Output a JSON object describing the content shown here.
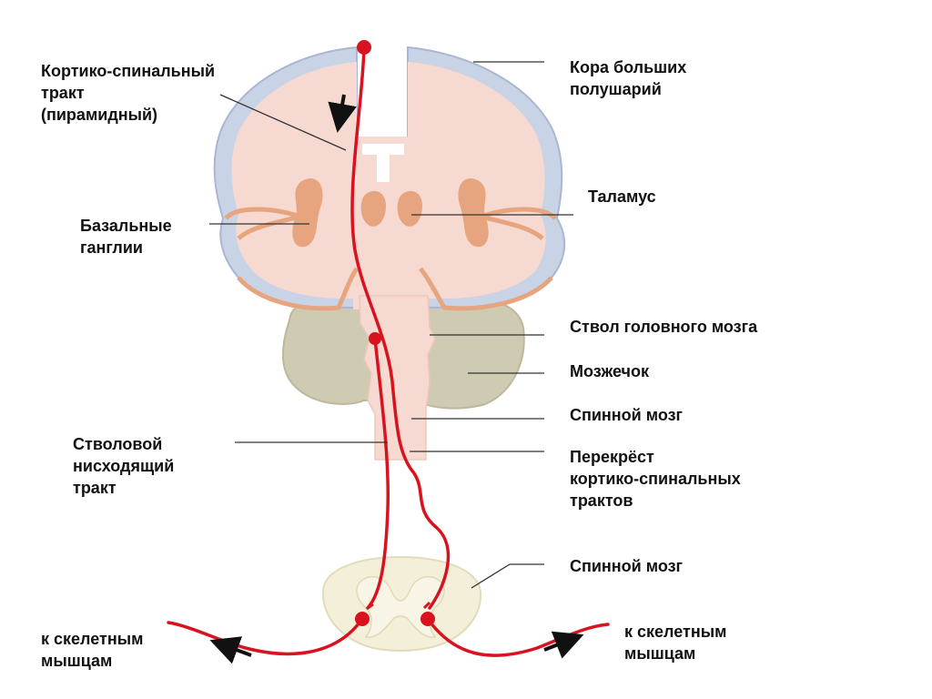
{
  "labels": {
    "corticospinal": [
      "Кортико-спинальный",
      "тракт",
      "(пирамидный)"
    ],
    "cortex": [
      "Кора больших",
      "полушарий"
    ],
    "thalamus": [
      "Таламус"
    ],
    "basal_ganglia": [
      "Базальные",
      "ганглии"
    ],
    "brainstem": [
      "Ствол головного мозга"
    ],
    "cerebellum": [
      "Мозжечок"
    ],
    "spinal_cord_upper": [
      "Спинной мозг"
    ],
    "brainstem_tract": [
      "Стволовой",
      "нисходящий",
      "тракт"
    ],
    "decussation": [
      "Перекрёст",
      "кортико-спинальных",
      "трактов"
    ],
    "spinal_cord_lower": [
      "Спинной мозг"
    ],
    "muscles_left": [
      "к скелетным",
      "мышцам"
    ],
    "muscles_right": [
      "к скелетным",
      "мышцам"
    ]
  },
  "colors": {
    "cortex": "#c9d3e6",
    "cortex_outline": "#aab6d2",
    "brain_fill": "#f6d9d0",
    "basal_ganglia": "#e6a57e",
    "cerebellum": "#cfcbb2",
    "spinal_section": "#f3efd8",
    "tract": "#d8121f",
    "leader": "#333333"
  }
}
